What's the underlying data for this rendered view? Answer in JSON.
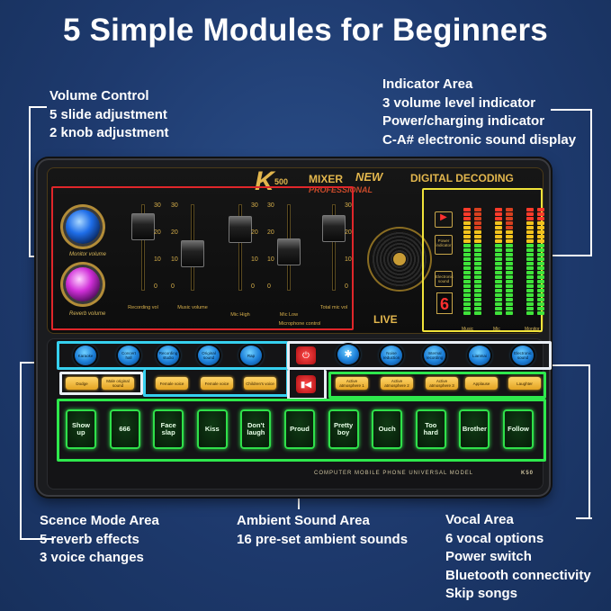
{
  "title": "5 Simple Modules for Beginners",
  "colors": {
    "volume": "#e0262a",
    "indicator": "#f0e33a",
    "scene": "#36d0ef",
    "ambient": "#2ee84c",
    "vocal": "#e9eef5",
    "gold": "#e2b64d"
  },
  "callouts": {
    "volume": {
      "title": "Volume Control",
      "lines": [
        "5 slide adjustment",
        "2 knob adjustment"
      ]
    },
    "indicator": {
      "title": "Indicator Area",
      "lines": [
        "3 volume level indicator",
        "Power/charging indicator",
        "C-A# electronic sound display"
      ]
    },
    "scene": {
      "title": "Scence Mode Area",
      "lines": [
        "5 reverb effects",
        "3 voice changes"
      ]
    },
    "ambient": {
      "title": "Ambient Sound Area",
      "lines": [
        "16 pre-set ambient sounds"
      ]
    },
    "vocal": {
      "title": "Vocal Area",
      "lines": [
        "6 vocal options",
        "Power switch",
        "Bluetooth connectivity",
        "Skip songs"
      ]
    }
  },
  "device": {
    "brand_k": "K",
    "brand_model": "500",
    "brand_mixer": "MIXER",
    "brand_professional": "PROFESSIONAL",
    "brand_new": "NEW",
    "brand_decoding": "DIGITAL DECODING",
    "live": "LIVE",
    "knob_labels": [
      "Monitor volume",
      "Reverb volume"
    ],
    "slider_labels": [
      "Recording vol",
      "Music volume",
      "Mic High",
      "Mic Low",
      "Total mic vol"
    ],
    "mic_control_label": "Microphone control",
    "scale": [
      "30",
      "20",
      "10",
      "0"
    ],
    "levels": [
      0.85,
      0.4,
      0.8,
      0.42,
      0.82
    ],
    "indicators": [
      "Power indicator",
      "Electronic sound"
    ],
    "digit": "6",
    "meter_labels": [
      "Music",
      "Mic",
      "Monitor"
    ],
    "scene_buttons": [
      "Karaoke",
      "Concert hall",
      "Recording studio",
      "Original sound",
      "Rap"
    ],
    "voice_buttons": [
      "Dodge",
      "Male original sound",
      "Female voice",
      "Female voice",
      "Children's voice"
    ],
    "vocal_buttons": [
      "Noise reduction",
      "Internal recording",
      "Lianmai",
      "Electronic sound"
    ],
    "ambient_keys": [
      "Active atmosphere 1",
      "Active atmosphere 2",
      "Active atmosphere 3",
      "Applause",
      "Laughter"
    ],
    "pads": [
      "Show up",
      "666",
      "Face slap",
      "Kiss",
      "Don't laugh",
      "Proud",
      "Pretty boy",
      "Ouch",
      "Too hard",
      "Brother",
      "Follow"
    ],
    "model_text": "COMPUTER MOBILE PHONE UNIVERSAL MODEL",
    "model_code": "K50"
  }
}
